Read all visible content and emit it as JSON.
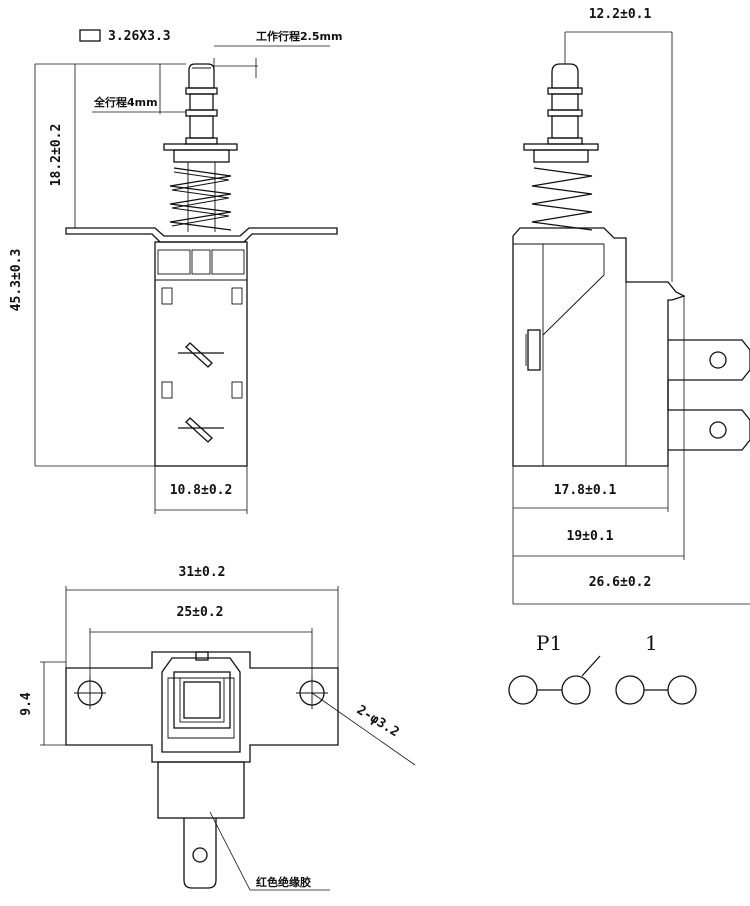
{
  "front_view": {
    "legend_label": "3.26X3.3",
    "work_travel": "工作行程2.5mm",
    "full_travel": "全行程4mm",
    "dim_height_total": "45.3±0.3",
    "dim_height_upper": "18.2±0.2",
    "dim_width": "10.8±0.2"
  },
  "side_view": {
    "dim_top": "12.2±0.1",
    "dim_body": "17.8±0.1",
    "dim_mid": "19±0.1",
    "dim_total": "26.6±0.2"
  },
  "bottom_view": {
    "dim_outer": "31±0.2",
    "dim_holes": "25±0.2",
    "dim_height": "9.4",
    "dim_hole_dia": "2-φ3.2",
    "insulator_note": "红色绝缘胶"
  },
  "schematic": {
    "label_p1": "P1",
    "label_1": "1"
  }
}
